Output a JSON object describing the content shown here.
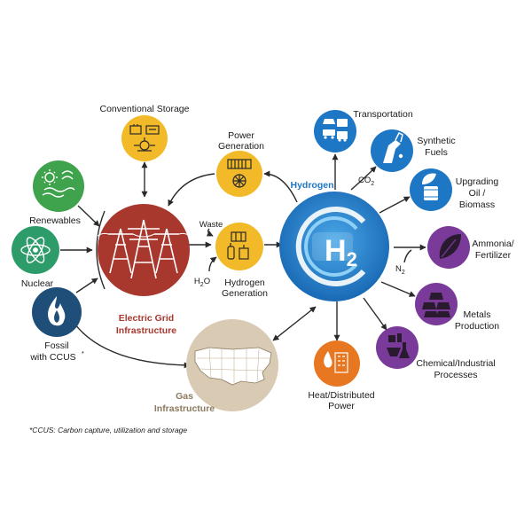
{
  "colors": {
    "renewables": "#3fa34d",
    "nuclear": "#2e9c6a",
    "fossil": "#1f4e79",
    "conventional_storage": "#f2b928",
    "power_generation": "#f2b928",
    "hydrogen_generation": "#f2b928",
    "electric_grid": "#a8382e",
    "gas_infrastructure": "#d9cbb3",
    "hydrogen_hub": "#1e77c4",
    "hydrogen_ring": "#3aa0e0",
    "transport": "#1e77c4",
    "synthetic_fuels": "#1e77c4",
    "upgrading_oil": "#1e77c4",
    "ammonia": "#7a3a9a",
    "metals": "#7a3a9a",
    "chemical": "#7a3a9a",
    "heat": "#e87722",
    "arrow": "#2a2a2a"
  },
  "labels": {
    "renewables": "Renewables",
    "nuclear": "Nuclear",
    "fossil_line1": "Fossil",
    "fossil_line2": "with CCUS",
    "fossil_sup": "*",
    "conventional_storage": "Conventional Storage",
    "power_generation_line1": "Power",
    "power_generation_line2": "Generation",
    "hydrogen_generation_line1": "Hydrogen",
    "hydrogen_generation_line2": "Generation",
    "waste": "Waste",
    "h2o": "H",
    "h2o_sub": "2",
    "h2o_tail": "O",
    "electric_grid_line1": "Electric Grid",
    "electric_grid_line2": "Infrastructure",
    "gas_line1": "Gas",
    "gas_line2": "Infrastructure",
    "hydrogen": "Hydrogen",
    "h2_main": "H",
    "h2_sub": "2",
    "co2": "CO",
    "co2_sub": "2",
    "n2": "N",
    "n2_sub": "2",
    "transportation": "Transportation",
    "synthetic_line1": "Synthetic",
    "synthetic_line2": "Fuels",
    "upgrading_line1": "Upgrading",
    "upgrading_line2": "Oil /",
    "upgrading_line3": "Biomass",
    "ammonia_line1": "Ammonia/",
    "ammonia_line2": "Fertilizer",
    "metals_line1": "Metals",
    "metals_line2": "Production",
    "chemical_line1": "Chemical/Industrial",
    "chemical_line2": "Processes",
    "heat_line1": "Heat/Distributed",
    "heat_line2": "Power",
    "footnote": "*CCUS: Carbon capture, utilization and storage"
  },
  "icons": {
    "renewables": "solar-wind-water-icon",
    "nuclear": "atom-icon",
    "fossil": "flame-icon",
    "conventional_storage": "battery-storage-icon",
    "power_generation": "turbine-icon",
    "hydrogen_generation": "electrolyzer-icon",
    "electric_grid": "power-towers-icon",
    "gas_infrastructure": "us-map-icon",
    "transportation": "vehicles-icon",
    "synthetic_fuels": "fuel-pump-icon",
    "upgrading_oil": "oil-barrel-leaf-icon",
    "ammonia": "leaf-icon",
    "metals": "metal-ingots-icon",
    "chemical": "chemistry-flasks-icon",
    "heat": "building-flame-icon"
  }
}
